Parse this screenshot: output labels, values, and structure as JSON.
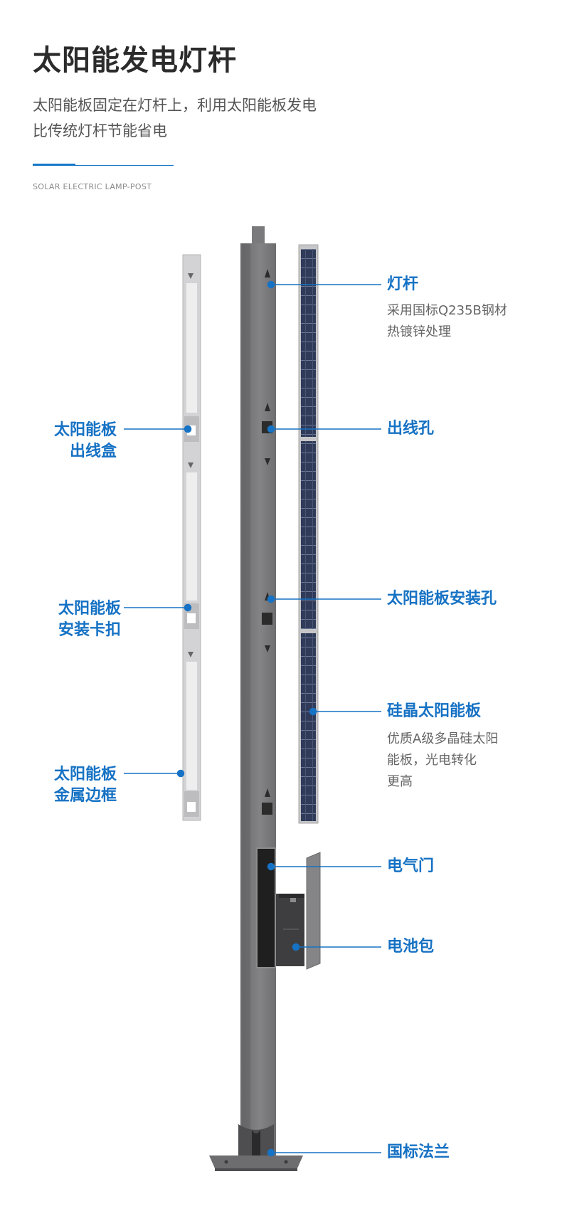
{
  "header": {
    "title": "太阳能发电灯杆",
    "desc_line1": "太阳能板固定在灯杆上，利用太阳能板发电",
    "desc_line2": "比传统灯杆节能省电",
    "subtitle": "SOLAR ELECTRIC LAMP-POST"
  },
  "colors": {
    "accent": "#1672c4",
    "pole": "#7c7c7e",
    "solar_cell": "#2e3a58",
    "frame": "#d4d4d6"
  },
  "labels_right": {
    "pole": "灯杆",
    "pole_note_1": "采用国标Q235B钢材",
    "pole_note_2": "热镀锌处理",
    "cable_hole": "出线孔",
    "mount_hole": "太阳能板安装孔",
    "silicon_panel": "硅晶太阳能板",
    "silicon_note_1": "优质A级多晶硅太阳",
    "silicon_note_2": "能板，光电转化",
    "silicon_note_3": "更高",
    "electric_door": "电气门",
    "battery": "电池包",
    "flange": "国标法兰"
  },
  "labels_left": {
    "junction_box_1": "太阳能板",
    "junction_box_2": "出线盒",
    "clip_1": "太阳能板",
    "clip_2": "安装卡扣",
    "frame_1": "太阳能板",
    "frame_2": "金属边框"
  }
}
